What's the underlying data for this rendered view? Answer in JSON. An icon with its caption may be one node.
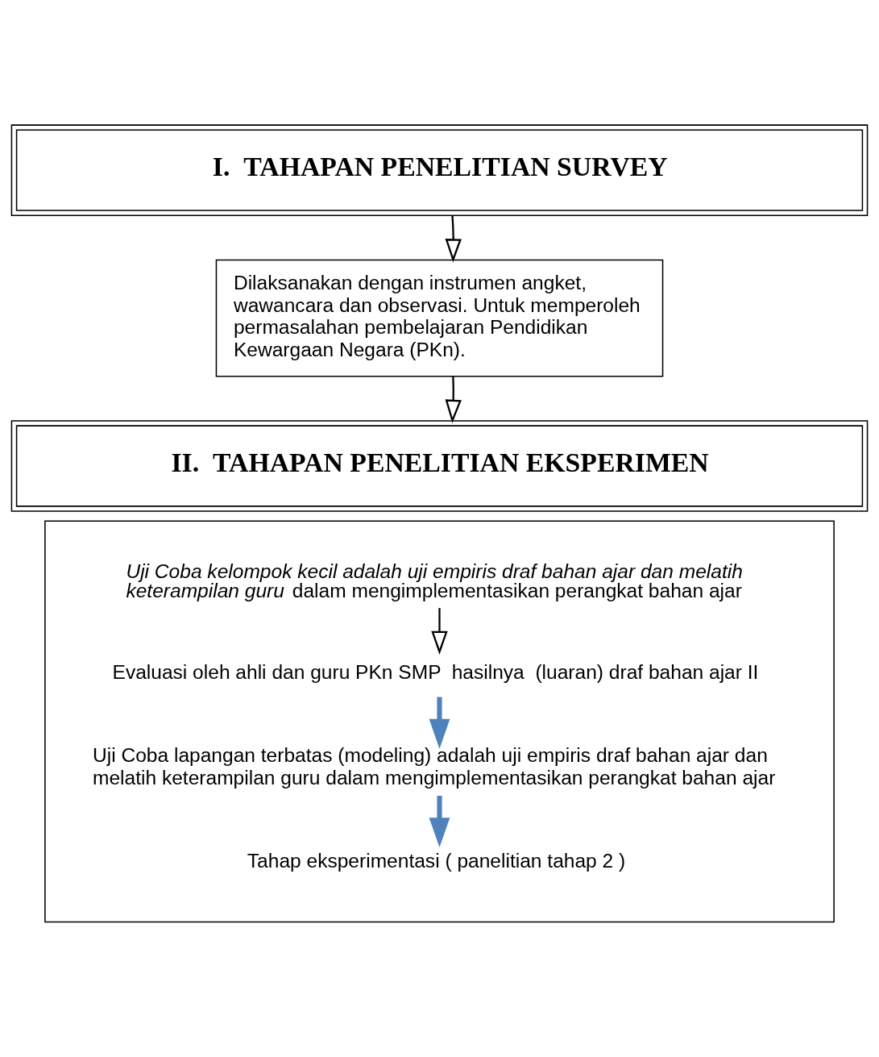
{
  "diagram": {
    "nodes": [
      {
        "text": [
          "I.  TAHAPAN PENELITIAN SURVEY"
        ]
      },
      {
        "text": [
          "Dilaksanakan dengan instrumen angket, wawancara dan observasi. Untuk memperoleh permasalahan pembelajaran Pendidikan Kewargaan Negara (PKn)."
        ]
      },
      {
        "text": [
          "II.  TAHAPAN PENELITIAN EKSPERIMEN"
        ]
      },
      {
        "text": [],
        "shape": "box"
      },
      {
        "text": [
          "*Uji Coba kelompok kecil adalah uji empiris draf bahan ajar dan melatih keterampilan guru* dalam mengimplementasikan perangkat bahan ajar"
        ],
        "in": 3
      },
      {
        "text": [
          "Evaluasi oleh ahli dan guru PKn SMP  hasilnya  (luaran) draf bahan ajar II"
        ],
        "in": 3
      },
      {
        "text": [
          "Uji Coba lapangan terbatas (modeling) adalah uji empiris draf bahan ajar dan melatih keterampilan guru dalam mengimplementasikan perangkat bahan ajar"
        ],
        "in": 3
      },
      {
        "text": [
          "Tahap eksperimentasi ( panelitian tahap 2 )"
        ],
        "in": 3
      }
    ],
    "edges": [
      {
        "from": 0,
        "to": 1,
        "arrow": "to"
      },
      {
        "from": 1,
        "to": 2,
        "arrow": "to"
      },
      {
        "from": 4,
        "to": 5,
        "arrow": "to"
      },
      {
        "from": 5,
        "to": 6,
        "arrow": "to",
        "style": "thick",
        "color": "#4f81bd"
      },
      {
        "from": 6,
        "to": 7,
        "arrow": "to",
        "style": "thick",
        "color": "#4f81bd"
      }
    ]
  }
}
